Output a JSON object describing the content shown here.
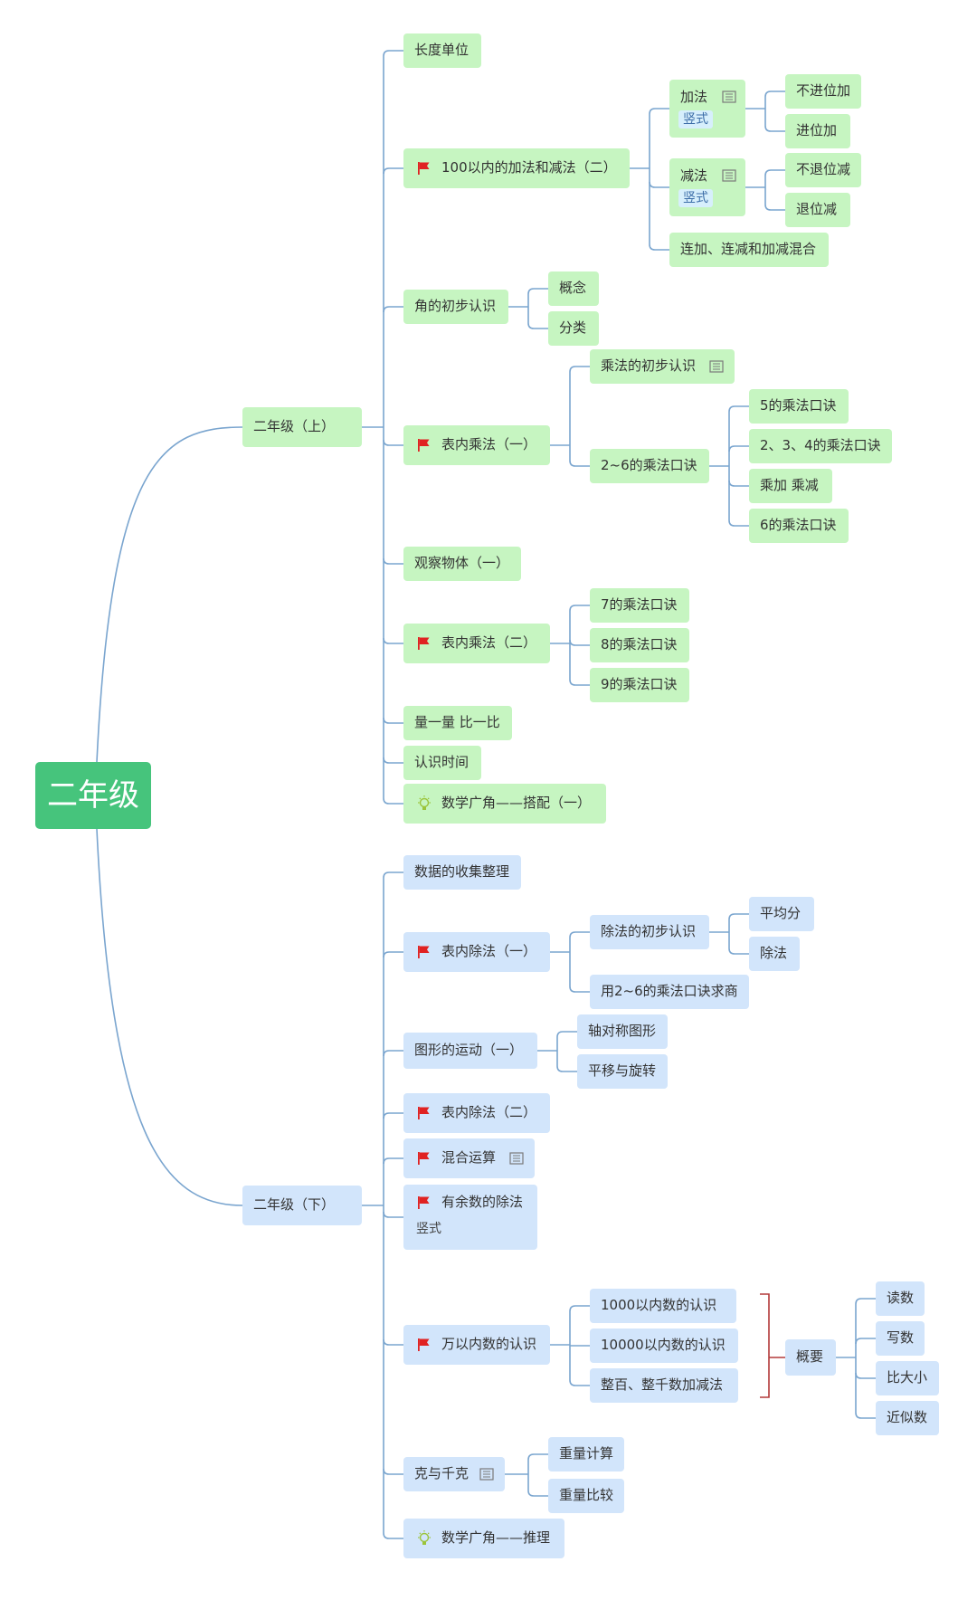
{
  "colors": {
    "line": "#7aa5cf",
    "green_node": "#c6f5c1",
    "blue_node": "#d2e5fb",
    "root": "#46c47c",
    "flag": "#e02222",
    "bracket": "#b33a3a"
  },
  "root": "二年级",
  "upper": {
    "label": "二年级（上）",
    "children": [
      "长度单位",
      "100以内的加法和减法（二）",
      "加法",
      "竖式",
      "不进位加",
      "进位加",
      "减法",
      "竖式",
      "不退位减",
      "退位减",
      "连加、连减和加减混合",
      "角的初步认识",
      "概念",
      "分类",
      "表内乘法（一）",
      "乘法的初步认识",
      "2~6的乘法口诀",
      "5的乘法口诀",
      "2、3、4的乘法口诀",
      "乘加 乘减",
      "6的乘法口诀",
      "观察物体（一）",
      "表内乘法（二）",
      "7的乘法口诀",
      "8的乘法口诀",
      "9的乘法口诀",
      "量一量 比一比",
      "认识时间",
      "数学广角——搭配（一）"
    ]
  },
  "lower": {
    "label": "二年级（下）",
    "children": [
      "数据的收集整理",
      "表内除法（一）",
      "除法的初步认识",
      "平均分",
      "除法",
      "用2~6的乘法口诀求商",
      "图形的运动（一）",
      "轴对称图形",
      "平移与旋转",
      "表内除法（二）",
      "混合运算",
      "有余数的除法",
      "竖式",
      "万以内数的认识",
      "1000以内数的认识",
      "10000以内数的认识",
      "整百、整千数加减法",
      "概要",
      "读数",
      "写数",
      "比大小",
      "近似数",
      "克与千克",
      "重量计算",
      "重量比较",
      "数学广角——推理"
    ]
  }
}
